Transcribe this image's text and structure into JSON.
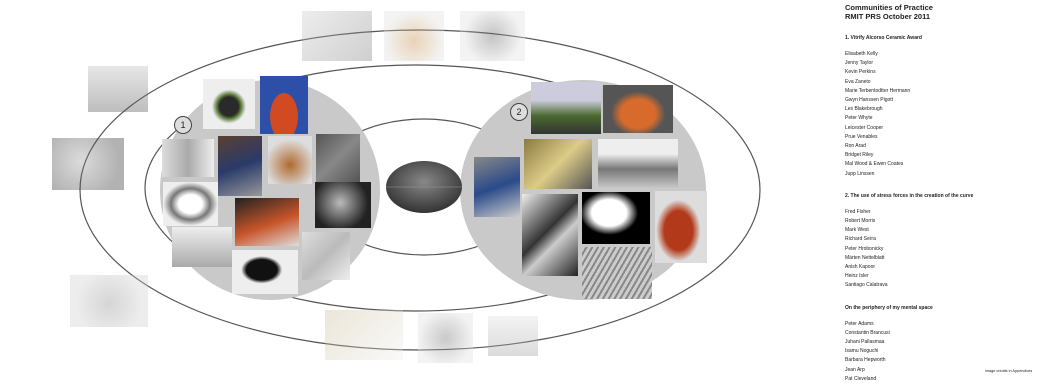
{
  "header": {
    "title_line1": "Communities of Practice",
    "title_line2": "RMIT PRS October 2011"
  },
  "sections": [
    {
      "heading": "1. Vitrify Alcorso Ceramic Award",
      "names": [
        "Elisabeth Kelly",
        "Jenny Taylor",
        "Kevin Perkins",
        "Eva Zaneto",
        "Marie Terbentodtter Hermann",
        "Gwyn Hanssen Pigott",
        "Les Blakebrough",
        "Peter Whyte",
        "Leicester Cooper",
        "Prue Venables",
        "Ron Arad",
        "Bridget Riley",
        "Mal Wood & Ewen Coates",
        "Jupp Linssen"
      ]
    },
    {
      "heading": "2. The use of stress forces in the creation of the curve",
      "names": [
        "Fred Fisher",
        "Robert Morris",
        "Mark West",
        "Richard Serra",
        "Peter Hrobonicky",
        "Märten Nettelblatt",
        "Anish Kapoor",
        "Heinz Isler",
        "Santiago Calatrava"
      ]
    },
    {
      "heading": "On the periphery of my mental space",
      "names": [
        "Peter Adams",
        "Constantin Brancusi",
        "Juhani Pallasmaa",
        "Isamu Noguchi",
        "Barbara Hepworth",
        "Jean Arp",
        "Pat Cleveland"
      ]
    }
  ],
  "diagram": {
    "circle_labels": [
      "1",
      "2"
    ]
  },
  "footer": {
    "credits": "image credits in Appendices"
  },
  "colors": {
    "disc_fill": "#c8c8c8",
    "outline": "#444444",
    "accent_orange": "#c8552a",
    "accent_blue": "#2d4fa8"
  }
}
